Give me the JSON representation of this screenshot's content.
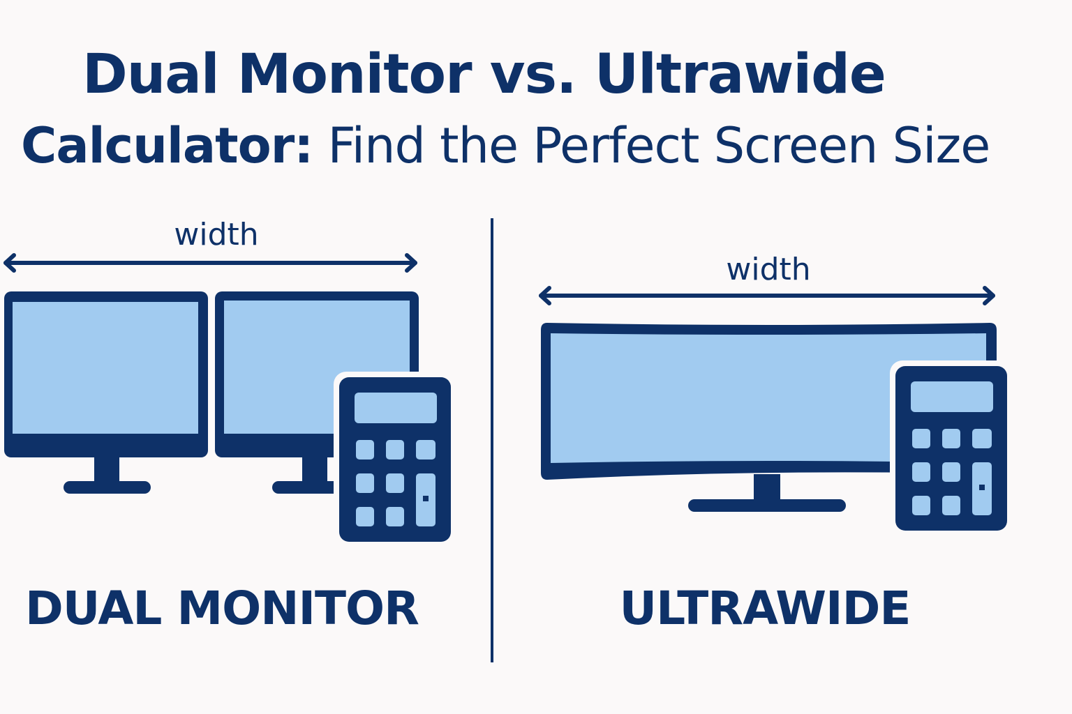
{
  "title": {
    "line1": "Dual Monitor vs. Ultrawide",
    "line2_bold": "Calculator:",
    "line2_rest": " Find the Perfect Screen Size"
  },
  "dual": {
    "width_label": "width",
    "caption": "DUAL MONITOR",
    "icons": [
      "monitor-icon",
      "monitor-icon",
      "calculator-icon"
    ]
  },
  "ultrawide": {
    "width_label": "width",
    "caption": "ULTRAWIDE",
    "icons": [
      "ultrawide-monitor-icon",
      "calculator-icon"
    ]
  },
  "colors": {
    "ink": "#0e3168",
    "screen": "#a1cbf0",
    "background": "#fbf9f9"
  }
}
